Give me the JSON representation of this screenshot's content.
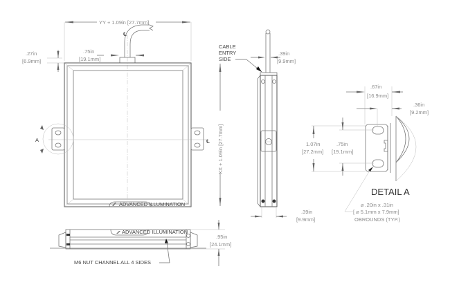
{
  "drawing": {
    "front_view": {
      "width_dim": "YY + 1.09in [27.7mm]",
      "height_dim": "XX + 1.09in [27.7mm]",
      "cable_offset_in": ".75in",
      "cable_offset_mm": "[19.1mm]",
      "top_offset_in": ".27in",
      "top_offset_mm": "[6.9mm]",
      "centerline_symbol": "℄",
      "detail_callout": "A",
      "logo_text": "ADVANCED ILLUMINATION"
    },
    "side_view": {
      "cable_label_line1": "CABLE",
      "cable_label_line2": "ENTRY",
      "cable_label_line3": "SIDE",
      "top_depth_in": ".39in",
      "top_depth_mm": "[9.9mm]",
      "bottom_depth_in": ".39in",
      "bottom_depth_mm": "[9.9mm]"
    },
    "bottom_view": {
      "height_in": ".95in",
      "height_mm": "[24.1mm]",
      "note": "M6 NUT CHANNEL ALL 4  SIDES"
    },
    "detail_a": {
      "title": "DETAIL A",
      "width_in": ".67in",
      "width_mm": "[16.9mm]",
      "offset_in": ".36in",
      "offset_mm": "[9.2mm]",
      "outer_span_in": "1.07in",
      "outer_span_mm": "[27.2mm]",
      "inner_span_in": ".75in",
      "inner_span_mm": "[19.1mm]",
      "hole_line1": "⌀ .20in x .31in",
      "hole_line2": "[ ⌀ 5.1mm x 7.9mm]",
      "hole_line3": "OBROUNDS (TYP.)"
    }
  }
}
